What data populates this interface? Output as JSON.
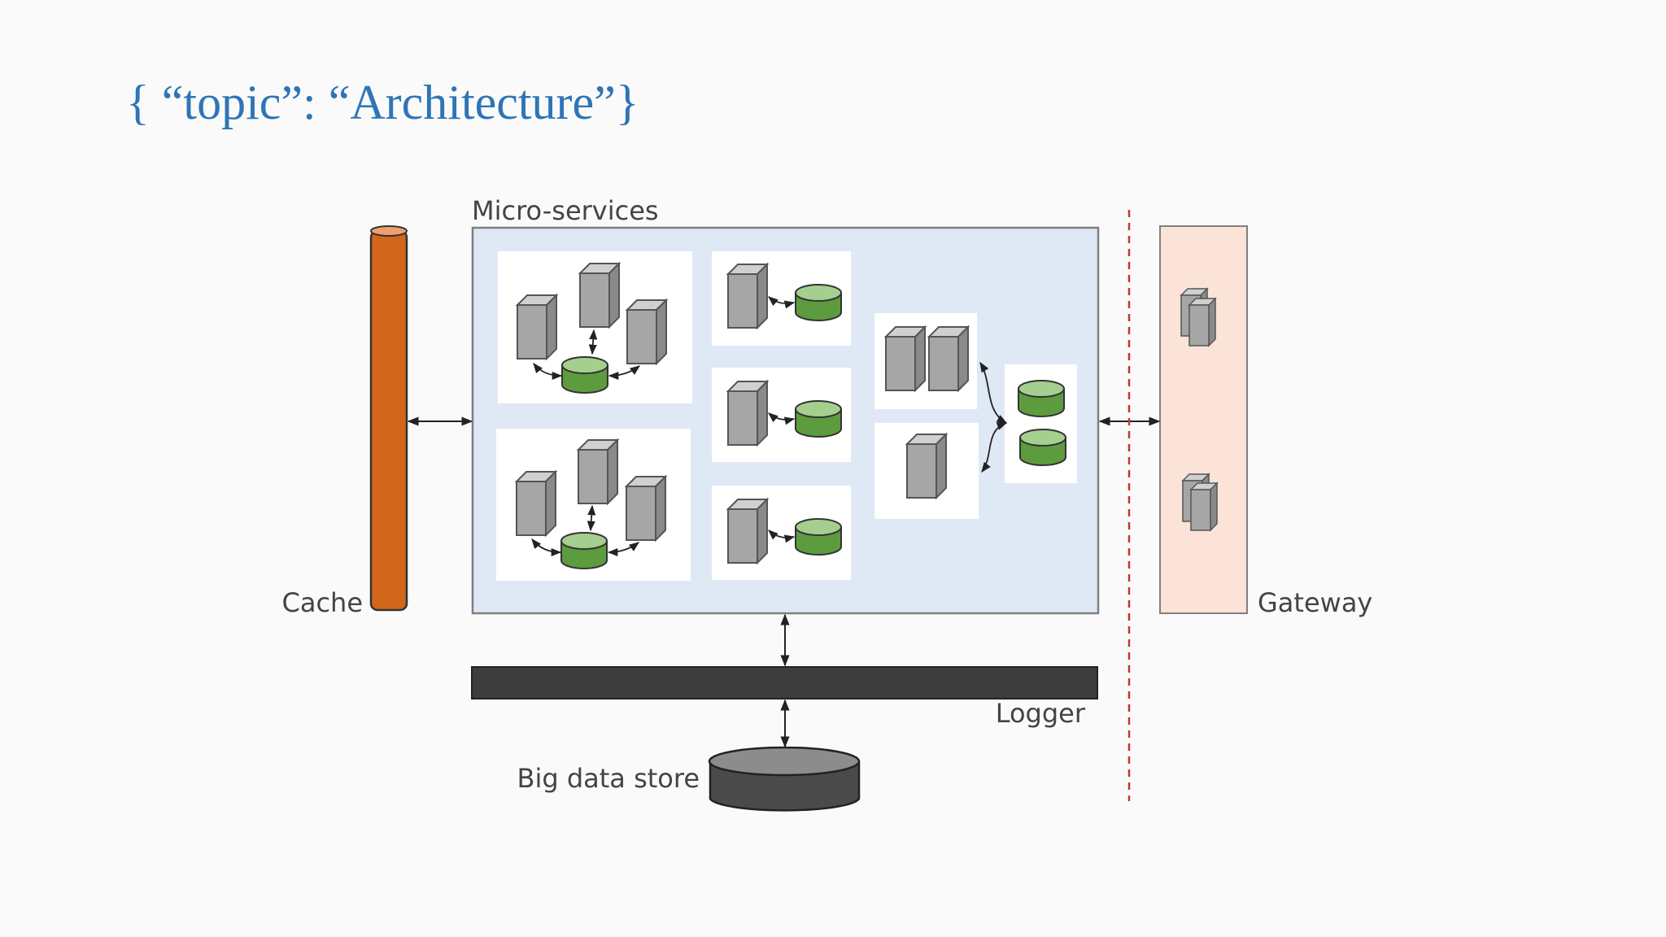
{
  "slide": {
    "title": "{ “topic”: “Architecture”}"
  },
  "diagram": {
    "microservices_label": "Micro-services",
    "cache_label": "Cache",
    "gateway_label": "Gateway",
    "logger_label": "Logger",
    "bigdata_label": "Big data store"
  },
  "colors": {
    "title": "#2e75b6",
    "cache": "#d2661b",
    "microservices_bg": "#dfe9f5",
    "gateway_bg": "#fbe3d8",
    "logger": "#3d3d3d",
    "database": "#5d9b3f",
    "server": "#a6a6a6",
    "divider": "#c0392b"
  },
  "icons": [
    "server-icon",
    "database-icon",
    "server-stack-icon",
    "bidirectional-arrow-icon"
  ]
}
